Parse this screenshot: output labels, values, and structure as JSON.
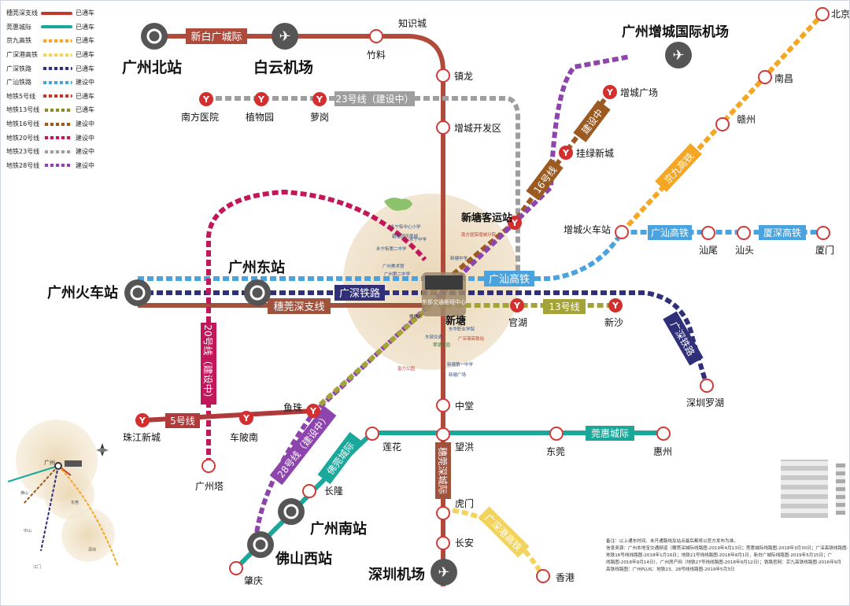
{
  "legend": [
    {
      "name": "穗莞深支线",
      "color": "#c0392b",
      "status": "已通车",
      "dashed": false
    },
    {
      "name": "莞惠城际",
      "color": "#1aa89b",
      "status": "已通车",
      "dashed": false
    },
    {
      "name": "京九高铁",
      "color": "#f5a623",
      "status": "已通车",
      "dashed": true
    },
    {
      "name": "广深港高铁",
      "color": "#f3d35a",
      "status": "已通车",
      "dashed": true
    },
    {
      "name": "广深铁路",
      "color": "#2f2f7a",
      "status": "已通车",
      "dashed": true
    },
    {
      "name": "广汕铁路",
      "color": "#4aa3df",
      "status": "建设中",
      "dashed": true
    },
    {
      "name": "地铁5号线",
      "color": "#c0392b",
      "status": "已通车",
      "dashed": true
    },
    {
      "name": "地铁13号线",
      "color": "#8a8a2a",
      "status": "已通车",
      "dashed": true
    },
    {
      "name": "地铁16号线",
      "color": "#9b5a20",
      "status": "建设中",
      "dashed": true
    },
    {
      "name": "地铁20号线",
      "color": "#c2185b",
      "status": "建设中",
      "dashed": true
    },
    {
      "name": "地铁23号线",
      "color": "#9e9e9e",
      "status": "建设中",
      "dashed": true
    },
    {
      "name": "地铁28号线",
      "color": "#8e44ad",
      "status": "建设中",
      "dashed": true
    }
  ],
  "banners": {
    "xinbai": "新白广城际",
    "line23": "23号线（建设中）",
    "line16": "16号线",
    "line16_build": "建设中",
    "jingjiu": "京九高铁",
    "guangshan1": "广汕高铁",
    "guangshan2": "广汕高铁",
    "xiashen": "厦深高铁",
    "guangshen": "广深铁路",
    "guangshen_right": "广深铁路",
    "suiguanshen": "穗莞深支线",
    "line13": "13号线",
    "line20": "20号线（建设中）",
    "line5": "5号线",
    "line28": "28号线（建设中）",
    "foguan": "佛莞城际",
    "guanhui": "莞惠城际",
    "suiguanshen_city": "穗莞深城际",
    "guangshengang": "广深港高铁"
  },
  "stations": {
    "guangzhou_north": "广州北站",
    "baiyun": "白云机场",
    "zhuliao": "竹料",
    "zhishicheng": "知识城",
    "zhenlong": "镇龙",
    "zengcheng_dev": "增城开发区",
    "nanfang_hospital": "南方医院",
    "zhiwuyuan": "植物园",
    "luogang": "萝岗",
    "zengcheng_airport": "广州增城国际机场",
    "beijing": "北京",
    "nanchang": "南昌",
    "ganzhou": "赣州",
    "zengcheng_plaza": "增城广场",
    "gualv": "挂绿新城",
    "xintang_bus": "新塘客运站",
    "zengcheng_train": "增城火车站",
    "shanwei": "汕尾",
    "shantou": "汕头",
    "xiamen": "厦门",
    "guangzhou_east": "广州东站",
    "guangzhou_train": "广州火车站",
    "xintang": "新塘",
    "guanhu": "官湖",
    "xinsha": "新沙",
    "shenzhen_luohu": "深圳罗湖",
    "yuzhu": "鱼珠",
    "zhujiang_newtown": "珠江新城",
    "chebeinan": "车陂南",
    "canton_tower": "广州塔",
    "zhongtang": "中堂",
    "wanghong": "望洪",
    "lianhua": "莲花",
    "dongguan": "东莞",
    "huizhou": "惠州",
    "changlong": "长隆",
    "guangzhou_south": "广州南站",
    "foshan_west": "佛山西站",
    "zhaoqing": "肇庆",
    "humen": "虎门",
    "chang_an": "长安",
    "shenzhen_airport": "深圳机场",
    "hongkong": "香港"
  },
  "hub": {
    "title": "东部交通枢纽中心",
    "pois": [
      "永宁街中心小学",
      "永宁街第二中学",
      "永宁中学",
      "碧桂园凤凰城",
      "万达广场",
      "南方医院增城分院",
      "东部交通",
      "新塘中学",
      "广州美术馆",
      "东华职业学院",
      "新塘第一中学",
      "翠湖公园",
      "新塘广场",
      "广深港高铁站",
      "广州第二中学",
      "雅居乐",
      "富力公园"
    ]
  },
  "inset": {
    "city": "广州",
    "labels": [
      "佛山",
      "中山",
      "东莞",
      "深圳",
      "江门"
    ]
  },
  "notes": {
    "line1": "备注：以上通车时间、未开通路线及站点最后都将以官方发布为准。",
    "line2": "信息来源：广州本地宝交通频道（穗莞深城际线路图-2019年4月13日；莞惠城际线路图-2018年3月30日；广深高铁线路图-",
    "line3": "地铁16号线线路图-2018年1月16日；地铁21号线线路图-2018年8月1日，新白广城际线路图-2019年5月15日；广",
    "line4": "线路图-2018年9月14日）、广州房产网（地铁27号线线路图-2018年9月12日）；铁路官网：京九高铁线路图-2016年9月",
    "line5": "高铁线路图：广州PLUS：地铁23、28号线线路图-2019年5月3日"
  }
}
